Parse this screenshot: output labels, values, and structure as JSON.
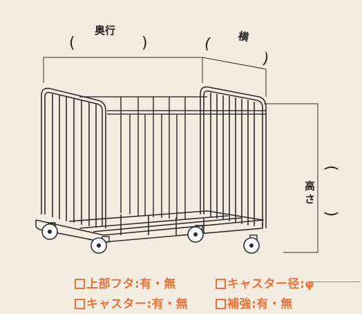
{
  "dimensions": {
    "depth_label": "奥行",
    "width_label": "横",
    "height_label_line1": "高",
    "height_label_line2": "さ",
    "paren_open": "(",
    "paren_close": ")"
  },
  "options": [
    {
      "label": "上部フタ:有・無"
    },
    {
      "label": "キャスター径:φ"
    },
    {
      "label": "キャスター:有・無"
    },
    {
      "label": "補強:有・無"
    }
  ],
  "colors": {
    "background": "#f3ede1",
    "line": "#2b2b2b",
    "accent": "#e8733a"
  }
}
